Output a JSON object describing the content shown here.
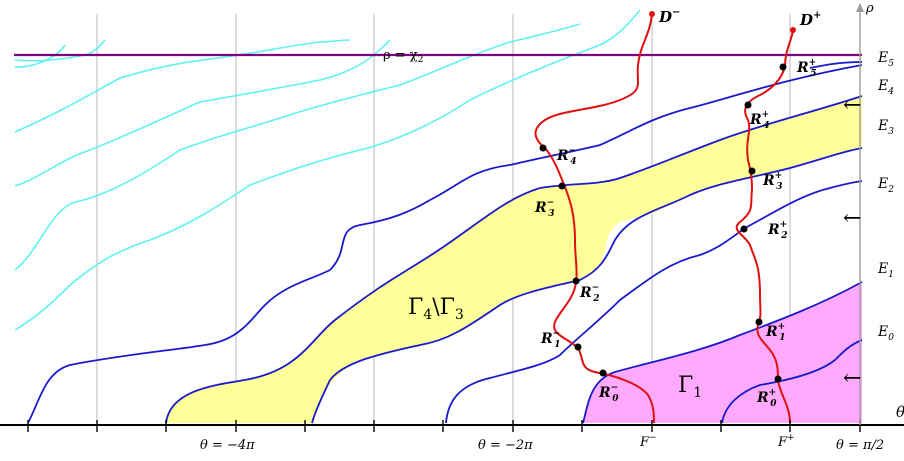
{
  "labels": {
    "rho_line": "ρ = χ",
    "rho_line_sub": "2",
    "axis_rho": "ρ",
    "axis_theta": "θ",
    "d_minus": "D",
    "d_minus_sup": "−",
    "d_plus": "D",
    "d_plus_sup": "+",
    "region_gamma1": "Γ",
    "region_gamma1_sub": "1",
    "region_gamma43_a": "Γ",
    "region_gamma43_a_sub": "4",
    "region_gamma43_sep": "\\",
    "region_gamma43_b": "Γ",
    "region_gamma43_b_sub": "3",
    "theta_m4pi": "θ = −4π",
    "theta_m2pi": "θ = −2π",
    "theta_pi2": "θ = π/2",
    "f_minus": "F",
    "f_minus_sup": "−",
    "f_plus": "F",
    "f_plus_sup": "+",
    "arrow_glyph": "←"
  },
  "energy_levels": [
    {
      "base": "E",
      "sub": "0"
    },
    {
      "base": "E",
      "sub": "1"
    },
    {
      "base": "E",
      "sub": "2"
    },
    {
      "base": "E",
      "sub": "3"
    },
    {
      "base": "E",
      "sub": "4"
    },
    {
      "base": "E",
      "sub": "5"
    }
  ],
  "points_minus": [
    {
      "base": "R",
      "sub": "0",
      "sup": "−"
    },
    {
      "base": "R",
      "sub": "1",
      "sup": "−"
    },
    {
      "base": "R",
      "sub": "2",
      "sup": "−"
    },
    {
      "base": "R",
      "sub": "3",
      "sup": "−"
    },
    {
      "base": "R",
      "sub": "4",
      "sup": "−"
    }
  ],
  "points_plus": [
    {
      "base": "R",
      "sub": "0",
      "sup": "+"
    },
    {
      "base": "R",
      "sub": "1",
      "sup": "+"
    },
    {
      "base": "R",
      "sub": "2",
      "sup": "+"
    },
    {
      "base": "R",
      "sub": "3",
      "sup": "+"
    },
    {
      "base": "R",
      "sub": "4",
      "sup": "+"
    },
    {
      "base": "R",
      "sub": "5",
      "sup": "+"
    }
  ],
  "colors": {
    "blue_curve": "#1a1acc",
    "cyan_curve": "#5ff2f2",
    "red_curve": "#e01010",
    "purple_line": "#800080",
    "yellow_region": "#ffff99",
    "pink_region": "#ffaaff",
    "grid": "#9a9a9a"
  }
}
